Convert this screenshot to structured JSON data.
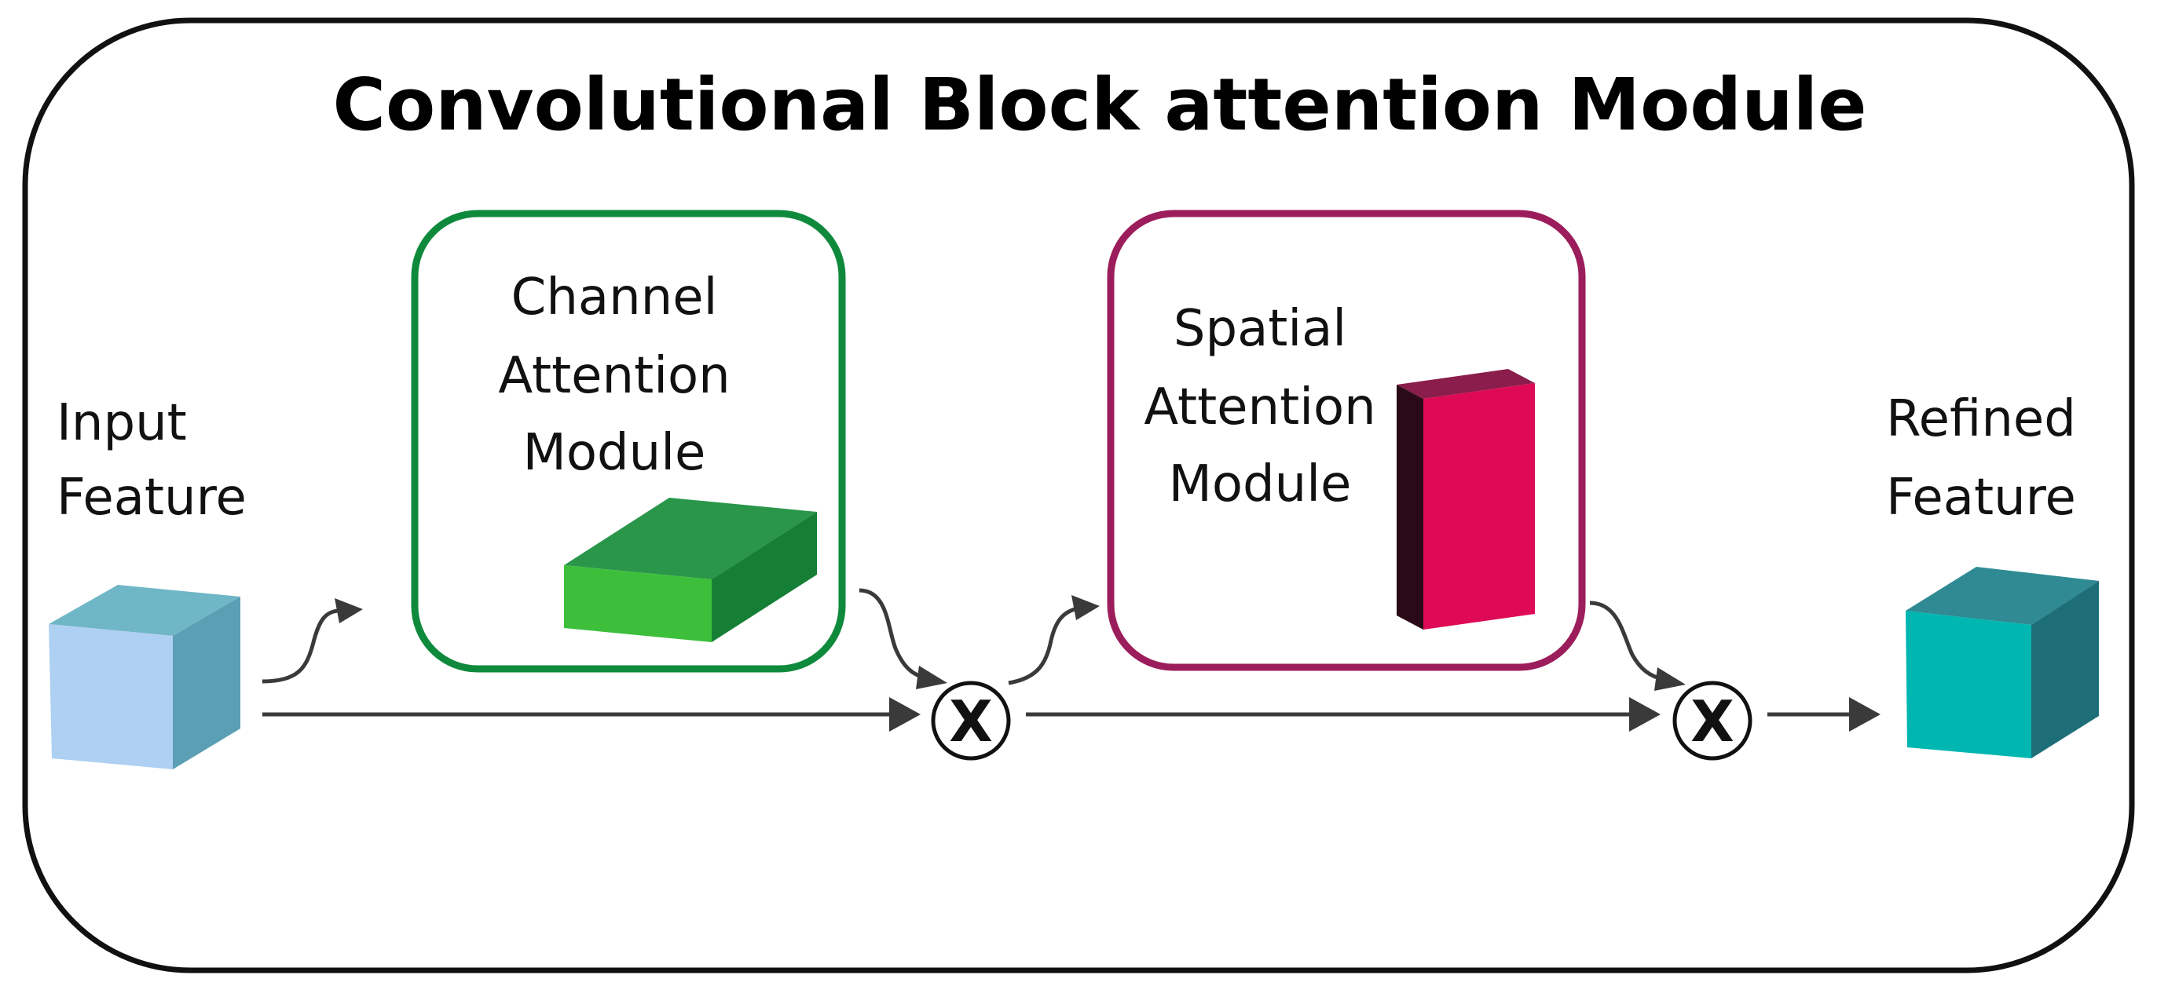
{
  "title": "Convolutional Block attention Module",
  "input_feature": {
    "line1": "Input",
    "line2": "Feature"
  },
  "refined_feature": {
    "line1": "Refined",
    "line2": "Feature"
  },
  "channel_module": {
    "line1": "Channel",
    "line2": "Attention",
    "line3": "Module"
  },
  "spatial_module": {
    "line1": "Spatial",
    "line2": "Attention",
    "line3": "Module"
  },
  "multiply_symbol": "X",
  "colors": {
    "frame": "#111111",
    "arrow": "#3a3a3a",
    "channel_border": "#0f8a3c",
    "spatial_border": "#9c1d5b",
    "input_cube": "#aed0f2",
    "refined_cube": "#00b6b0",
    "channel_block": "#3dbf3b",
    "spatial_block": "#de0a55"
  }
}
